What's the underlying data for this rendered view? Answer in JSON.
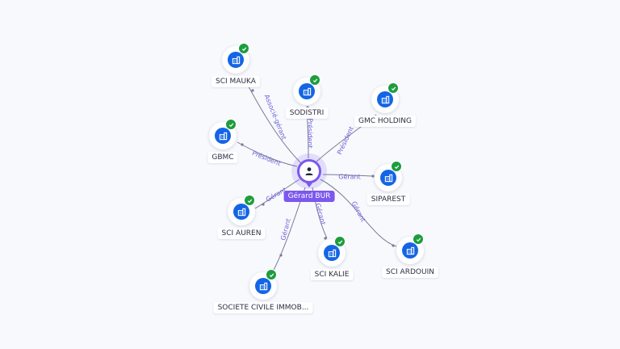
{
  "center": {
    "label": "Gérard BUR",
    "icon": "person-icon",
    "color": "#7c58ee"
  },
  "colors": {
    "company": "#1465e6",
    "verified": "#1d9d3e",
    "edge": "#7b7b95",
    "edge_label": "#6b63d6"
  },
  "nodes": [
    {
      "id": "sci-mauka",
      "label": "SCI MAUKA",
      "relation": "Associé-gérant",
      "icon": "building-icon",
      "verified": true
    },
    {
      "id": "sodistri",
      "label": "SODISTRI",
      "relation": "Président",
      "icon": "building-icon",
      "verified": true
    },
    {
      "id": "gmc-holding",
      "label": "GMC HOLDING",
      "relation": "Président",
      "icon": "building-icon",
      "verified": true
    },
    {
      "id": "gbmc",
      "label": "GBMC",
      "relation": "Président",
      "icon": "building-icon",
      "verified": true
    },
    {
      "id": "siparest",
      "label": "SIPAREST",
      "relation": "Gérant",
      "icon": "building-icon",
      "verified": true
    },
    {
      "id": "sci-auren",
      "label": "SCI AUREN",
      "relation": "Gérant",
      "icon": "building-icon",
      "verified": true
    },
    {
      "id": "sci-ardouin",
      "label": "SCI ARDOUIN",
      "relation": "Gérant",
      "icon": "building-icon",
      "verified": true
    },
    {
      "id": "sci-kalie",
      "label": "SCI KALIE",
      "relation": "Gérant",
      "icon": "building-icon",
      "verified": true
    },
    {
      "id": "societe-civile-immob",
      "label": "SOCIETE CIVILE IMMOB...",
      "relation": "Gérant",
      "icon": "building-icon",
      "verified": true
    }
  ]
}
